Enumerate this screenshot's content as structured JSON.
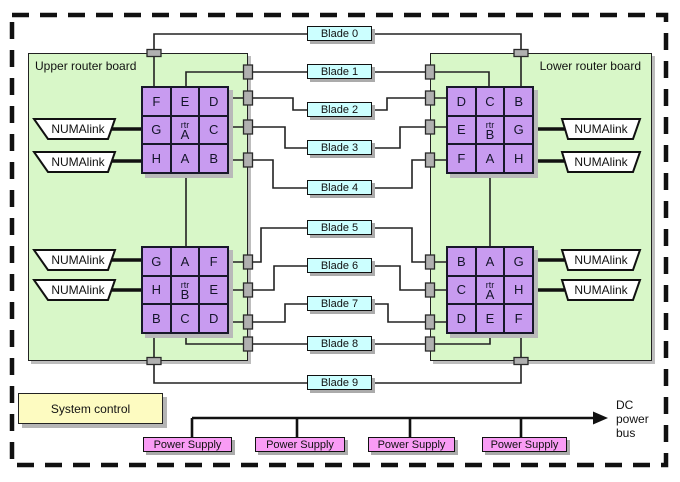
{
  "boards": {
    "upper_label": "Upper router board",
    "lower_label": "Lower router board"
  },
  "routers": [
    {
      "name": "upper-left-router",
      "center_small": "rtr",
      "center_big": "A",
      "cells": [
        "F",
        "E",
        "D",
        "G",
        "",
        "C",
        "H",
        "A",
        "B"
      ]
    },
    {
      "name": "lower-left-router",
      "center_small": "rtr",
      "center_big": "B",
      "cells": [
        "G",
        "A",
        "F",
        "H",
        "",
        "E",
        "B",
        "C",
        "D"
      ]
    },
    {
      "name": "upper-right-router",
      "center_small": "rtr",
      "center_big": "B",
      "cells": [
        "D",
        "C",
        "B",
        "E",
        "",
        "G",
        "F",
        "A",
        "H"
      ]
    },
    {
      "name": "lower-right-router",
      "center_small": "rtr",
      "center_big": "A",
      "cells": [
        "B",
        "A",
        "G",
        "C",
        "",
        "H",
        "D",
        "E",
        "F"
      ]
    }
  ],
  "blades": [
    {
      "label": "Blade 0"
    },
    {
      "label": "Blade 1"
    },
    {
      "label": "Blade 2"
    },
    {
      "label": "Blade 3"
    },
    {
      "label": "Blade 4"
    },
    {
      "label": "Blade 5"
    },
    {
      "label": "Blade 6"
    },
    {
      "label": "Blade 7"
    },
    {
      "label": "Blade 8"
    },
    {
      "label": "Blade 9"
    }
  ],
  "numalinks": [
    {
      "label": "NUMAlink"
    },
    {
      "label": "NUMAlink"
    },
    {
      "label": "NUMAlink"
    },
    {
      "label": "NUMAlink"
    },
    {
      "label": "NUMAlink"
    },
    {
      "label": "NUMAlink"
    },
    {
      "label": "NUMAlink"
    },
    {
      "label": "NUMAlink"
    }
  ],
  "system_control": {
    "label": "System control"
  },
  "power_supplies": [
    {
      "label": "Power Supply"
    },
    {
      "label": "Power Supply"
    },
    {
      "label": "Power Supply"
    },
    {
      "label": "Power Supply"
    }
  ],
  "dc_bus": {
    "line1": "DC",
    "line2": "power",
    "line3": "bus"
  },
  "colors": {
    "board_green": "#d8f7c8",
    "router_cell_purple": "#c89bf0",
    "blade_cyan": "#ccffff",
    "system_control_yellow": "#fdfbc1",
    "power_supply_magenta": "#f99cf5",
    "port_gray": "#b0b0b0"
  }
}
